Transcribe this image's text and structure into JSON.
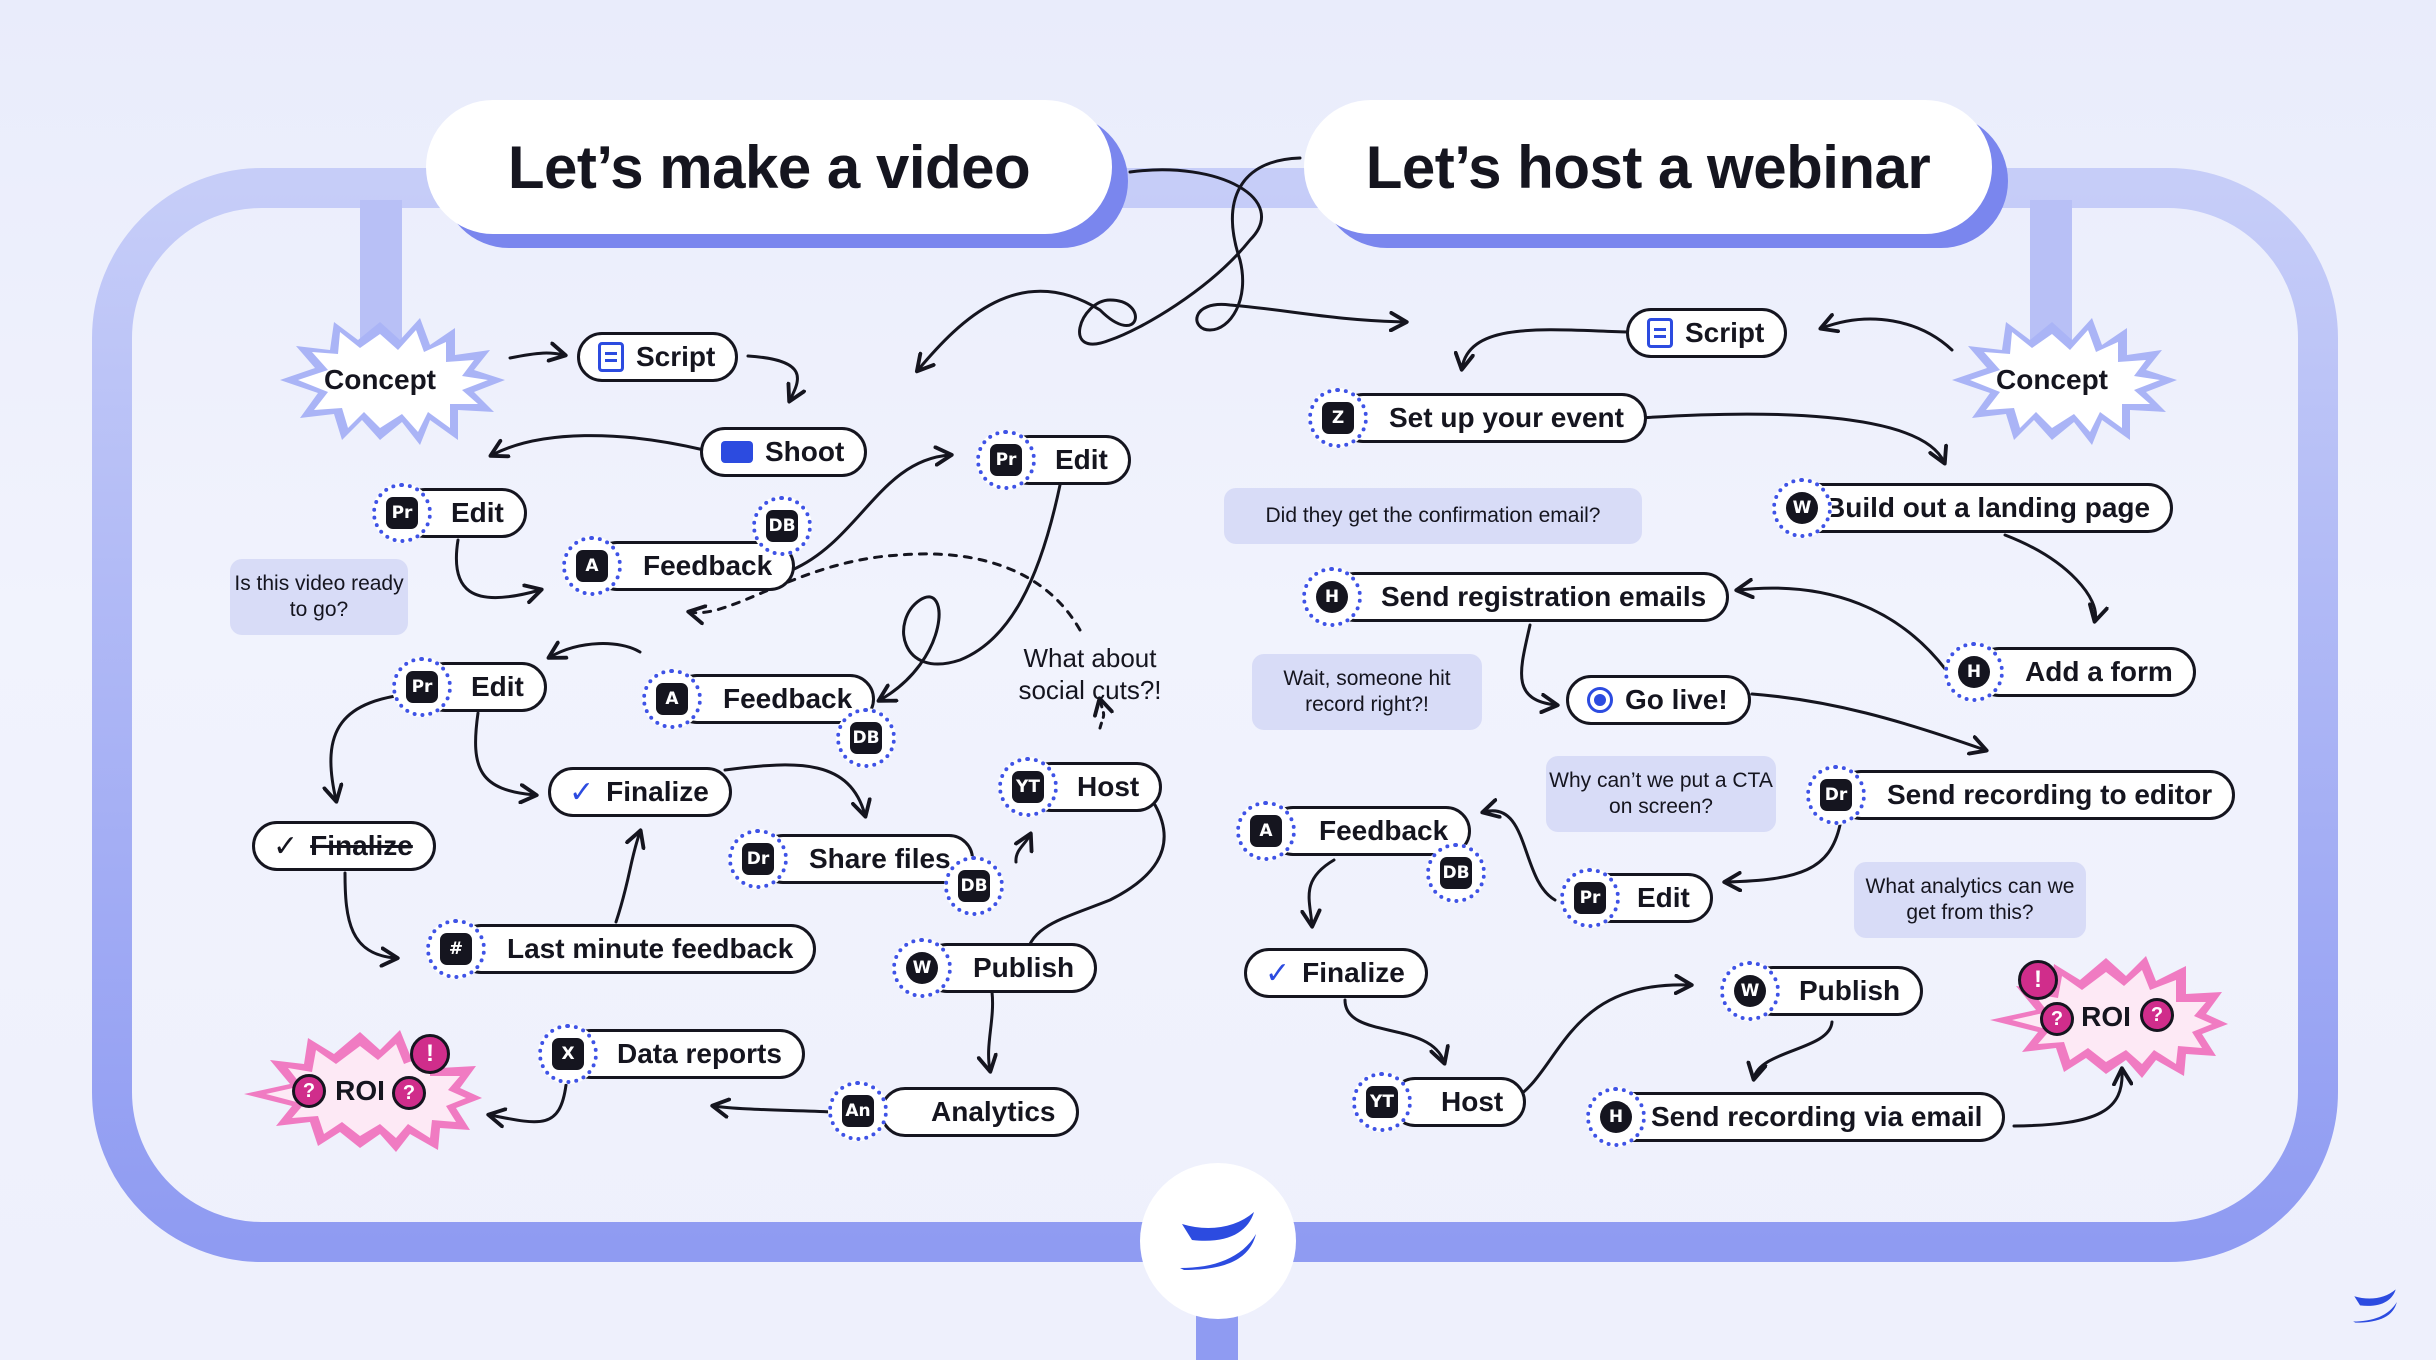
{
  "titles": {
    "video": "Let’s make a video",
    "webinar": "Let’s host a webinar"
  },
  "colors": {
    "frame": "#8d99f2",
    "accent": "#2c4be0",
    "roi": "#d02d8b",
    "bubble": "#d8dcf7"
  },
  "video": {
    "concept": "Concept",
    "script": "Script",
    "shoot": "Shoot",
    "edit1": "Edit",
    "edit2": "Edit",
    "edit3": "Edit",
    "feedback1": "Feedback",
    "feedback2": "Feedback",
    "finalize_done": "Finalize",
    "finalize_struck": "Finalize",
    "share_files": "Share files",
    "host": "Host",
    "last_minute_feedback": "Last minute feedback",
    "publish": "Publish",
    "data_reports": "Data reports",
    "analytics": "Analytics",
    "roi": "ROI",
    "bubble_ready": "Is this video ready to go?",
    "question_social": "What about social cuts?!",
    "marks": {
      "question": "?",
      "exclaim": "!"
    }
  },
  "webinar": {
    "concept": "Concept",
    "script": "Script",
    "setup_event": "Set up your event",
    "landing_page": "Build out a landing page",
    "registration_emails": "Send registration emails",
    "add_form": "Add a form",
    "go_live": "Go live!",
    "send_recording_editor": "Send recording to editor",
    "feedback": "Feedback",
    "edit": "Edit",
    "finalize": "Finalize",
    "publish": "Publish",
    "host": "Host",
    "send_recording_email": "Send recording via email",
    "roi": "ROI",
    "bubble_confirmation": "Did they get the confirmation email?",
    "bubble_record": "Wait, someone hit record right?!",
    "bubble_cta": "Why can’t we put a CTA on screen?",
    "bubble_analytics": "What analytics can we get from this?",
    "marks": {
      "question": "?",
      "exclaim": "!"
    }
  },
  "icons": {
    "premiere": "Pr",
    "wordpress": "W",
    "hubspot": "H",
    "dropbox": "DB",
    "youtube": "YT",
    "slack": "#",
    "drive": "Dr",
    "zoom": "Z",
    "excel": "X",
    "audio": "A",
    "analytics": "An"
  }
}
